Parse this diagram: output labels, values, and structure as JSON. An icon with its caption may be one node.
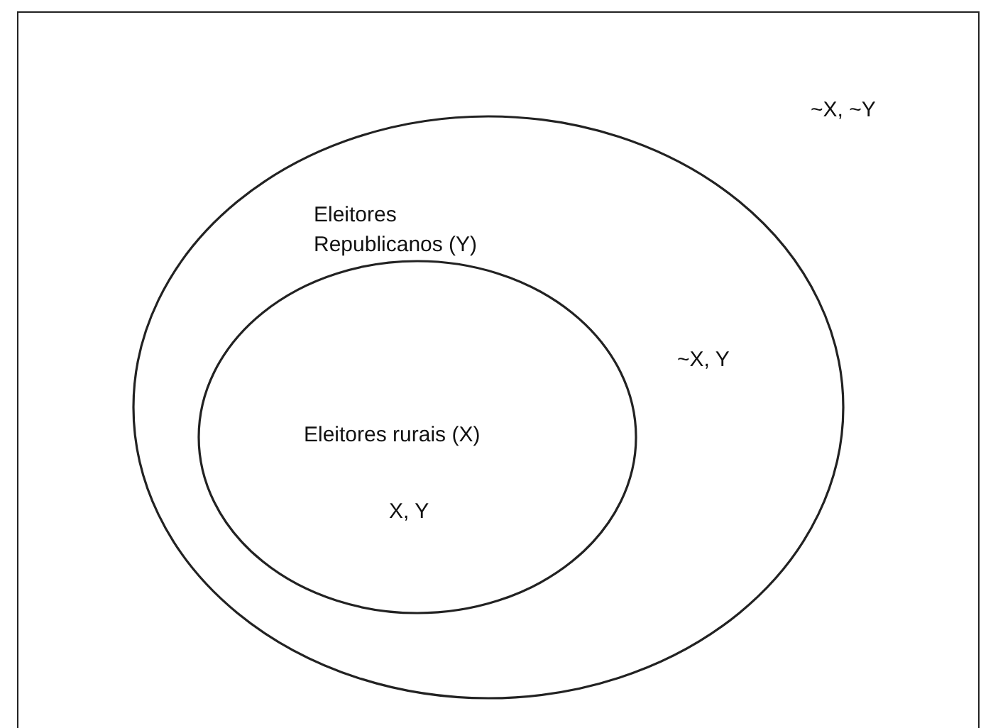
{
  "diagram": {
    "nodes": [
      {
        "text": [
          "~X, ~Y"
        ]
      },
      {
        "text": [
          "Eleitores Republicanos (Y)",
          "~X, Y"
        ],
        "in": 0
      },
      {
        "text": [
          "Eleitores rurais (X)",
          "X, Y"
        ],
        "in": 1
      }
    ]
  }
}
